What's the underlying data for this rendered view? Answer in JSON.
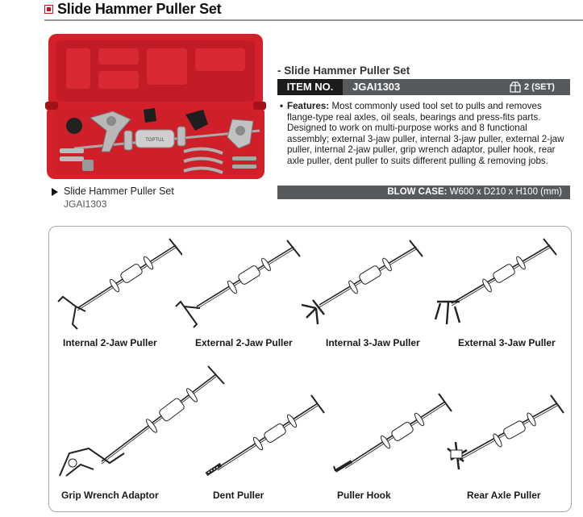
{
  "header": {
    "title": "Slide Hammer Puller Set"
  },
  "product": {
    "caption": "Slide Hammer Puller Set",
    "caption_code": "JGAI1303",
    "case_brand": "TOPTUL",
    "subtitle": "- Slide Hammer Puller Set",
    "item_label": "ITEM NO.",
    "item_code": "JGAI1303",
    "qty": "2 (SET)",
    "features_label": "Features:",
    "features_text": "Most commonly used tool set to pulls and removes flange-type real axles, oil seals, bearings and press-fits parts. Designed to work on multi-purpose works and 8 functional assembly; external 3-jaw puller, internal 3-jaw puller, external 2-jaw puller, internal 2-jaw puller, grip wrench adaptor, puller hook, rear axle puller, dent puller to suits different pulling & removing jobs.",
    "blow_case_label": "BLOW CASE:",
    "blow_case_dims": "W600 x D210 x H100 (mm)"
  },
  "tools": [
    {
      "name": "Internal 2-Jaw Puller",
      "icon": "internal-2-jaw-puller-icon"
    },
    {
      "name": "External 2-Jaw Puller",
      "icon": "external-2-jaw-puller-icon"
    },
    {
      "name": "Internal 3-Jaw Puller",
      "icon": "internal-3-jaw-puller-icon"
    },
    {
      "name": "External 3-Jaw Puller",
      "icon": "external-3-jaw-puller-icon"
    },
    {
      "name": "Grip Wrench Adaptor",
      "icon": "grip-wrench-adaptor-icon"
    },
    {
      "name": "Dent Puller",
      "icon": "dent-puller-icon"
    },
    {
      "name": "Puller Hook",
      "icon": "puller-hook-icon"
    },
    {
      "name": "Rear Axle Puller",
      "icon": "rear-axle-puller-icon"
    }
  ],
  "colors": {
    "case_red": "#d4202a",
    "bar_dark": "#575a5d",
    "label_black": "#1c1c1c",
    "accent_red": "#c4161c"
  }
}
